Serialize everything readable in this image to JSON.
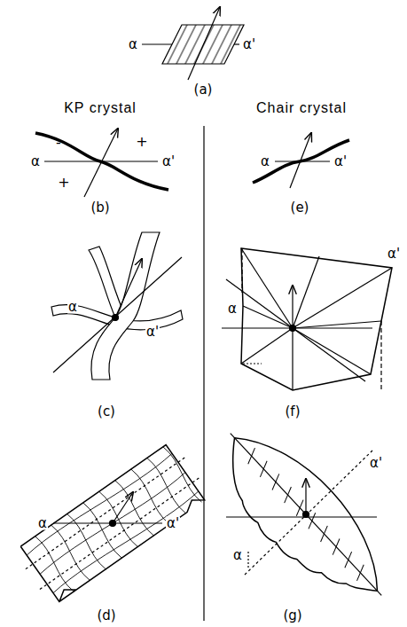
{
  "diagram": {
    "labels": [
      "α",
      "α'",
      "(a)",
      "KP crystal",
      "Chair crystal",
      "-",
      "+",
      "α",
      "α'",
      "+",
      "-",
      "(b)",
      "α",
      "α'",
      "(e)",
      "α",
      "α'",
      "(c)",
      "α'",
      "α",
      "(f)",
      "α",
      "α'",
      "(d)",
      "α'",
      "α",
      "(g)"
    ]
  }
}
